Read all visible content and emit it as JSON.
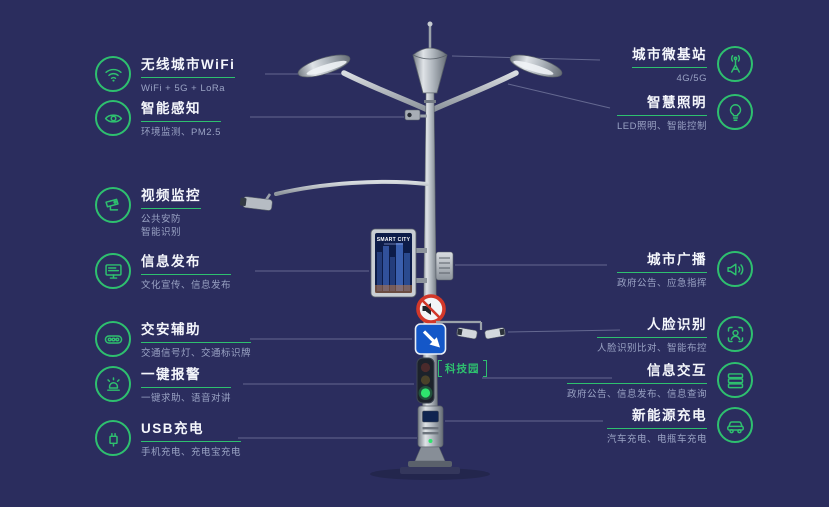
{
  "canvas": {
    "background": "#2b2d5e",
    "accent": "#2ec06f"
  },
  "features_left": [
    {
      "title": "无线城市WiFi",
      "subtitle": "WiFi + 5G + LoRa",
      "icon": "wifi-icon"
    },
    {
      "title": "智能感知",
      "subtitle": "环境监测、PM2.5",
      "icon": "sensor-icon"
    },
    {
      "title": "视频监控",
      "subtitle": "公共安防\n智能识别",
      "icon": "cctv-icon"
    },
    {
      "title": "信息发布",
      "subtitle": "文化宣传、信息发布",
      "icon": "screen-icon"
    },
    {
      "title": "交安辅助",
      "subtitle": "交通信号灯、交通标识牌",
      "icon": "traffic-signal-icon"
    },
    {
      "title": "一键报警",
      "subtitle": "一键求助、语音对讲",
      "icon": "alarm-icon"
    },
    {
      "title": "USB充电",
      "subtitle": "手机充电、充电宝充电",
      "icon": "usb-icon"
    }
  ],
  "features_right": [
    {
      "title": "城市微基站",
      "subtitle": "4G/5G",
      "icon": "antenna-icon"
    },
    {
      "title": "智慧照明",
      "subtitle": "LED照明、智能控制",
      "icon": "bulb-icon"
    },
    {
      "title": "城市广播",
      "subtitle": "政府公告、应急指挥",
      "icon": "megaphone-icon"
    },
    {
      "title": "人脸识别",
      "subtitle": "人脸识别比对、智能布控",
      "icon": "face-icon"
    },
    {
      "title": "信息交互",
      "subtitle": "政府公告、信息发布、信息查询",
      "icon": "list-icon"
    },
    {
      "title": "新能源充电",
      "subtitle": "汽车充电、电瓶车充电",
      "icon": "ev-car-icon"
    }
  ],
  "pole": {
    "screen_title": "SMART CITY",
    "tag_label": "科技园"
  }
}
